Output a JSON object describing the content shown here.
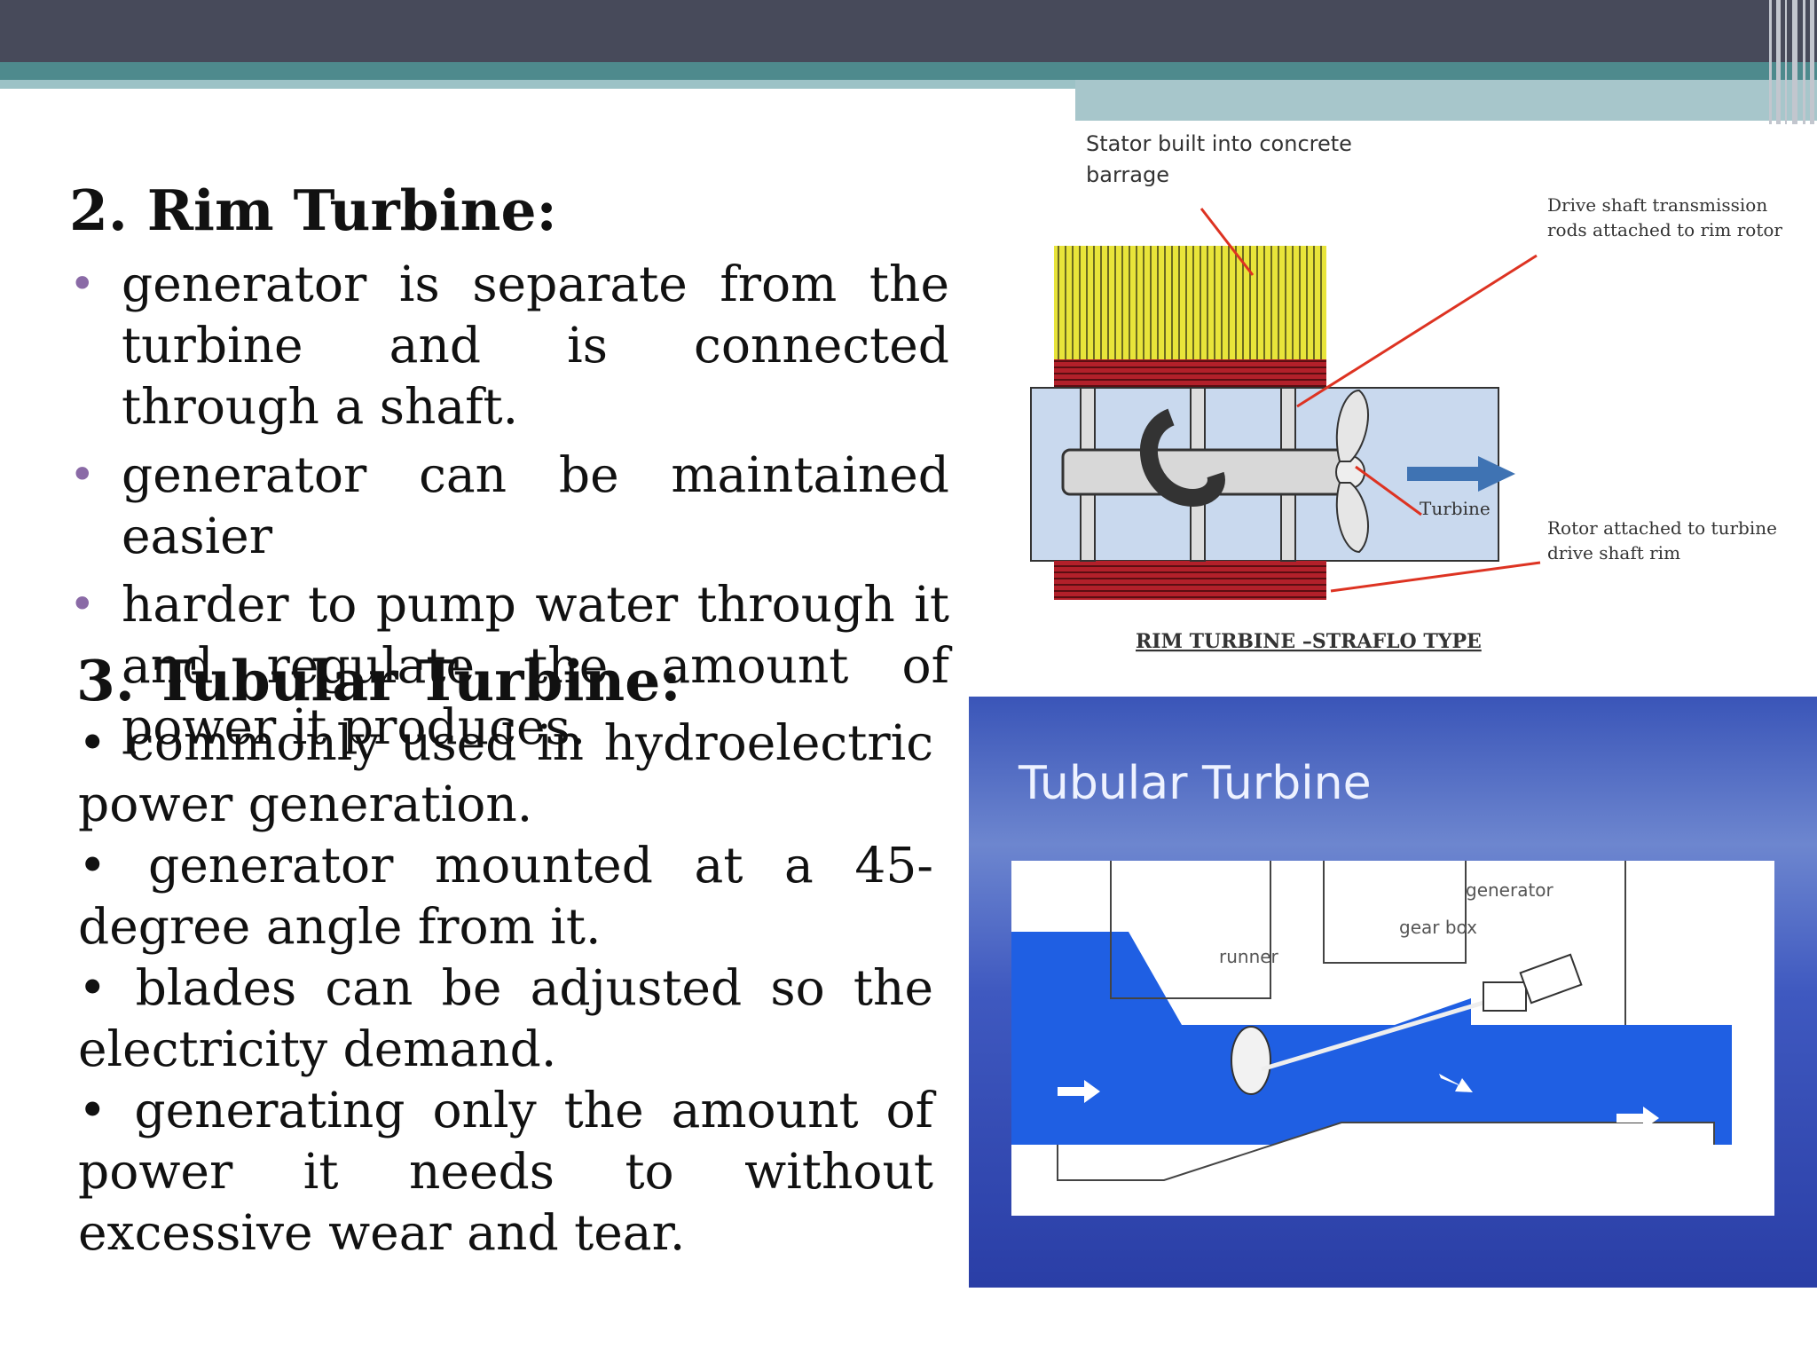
{
  "section2": {
    "heading": "2. Rim Turbine:",
    "bullets": [
      "generator is separate from the turbine and is connected through a shaft.",
      "generator can be maintained easier",
      "harder to pump water through it and regulate the amount of power it produces."
    ]
  },
  "section3": {
    "heading": "3. Tubular Turbine:",
    "bullets": [
      "• commonly used in hydroelectric power generation.",
      "• generator mounted at a 45-degree angle from it.",
      "• blades can be adjusted so the electricity demand.",
      "• generating only the amount of power it needs to without excessive wear and tear."
    ]
  },
  "figure_rim": {
    "stator_label_line1": "Stator built into concrete",
    "stator_label_line2": "barrage",
    "drive_shaft_label_line1": "Drive shaft transmission",
    "drive_shaft_label_line2": "rods attached to rim rotor",
    "turbine_label": "Turbine",
    "rotor_label_line1": "Rotor attached to turbine",
    "rotor_label_line2": "drive shaft rim",
    "caption": "RIM TURBINE –STRAFLO TYPE"
  },
  "figure_tubular": {
    "title": "Tubular Turbine",
    "generator_label": "generator",
    "gearbox_label": "gear box",
    "runner_label": "runner"
  },
  "colors": {
    "top_bar": "#474a5a",
    "teal_band": "#4e8a8d",
    "bullet_dot": "#8a6aa6",
    "stator_yellow": "#e6e23c",
    "rotor_red": "#b01c22",
    "water_blue": "#2f6ee6"
  }
}
